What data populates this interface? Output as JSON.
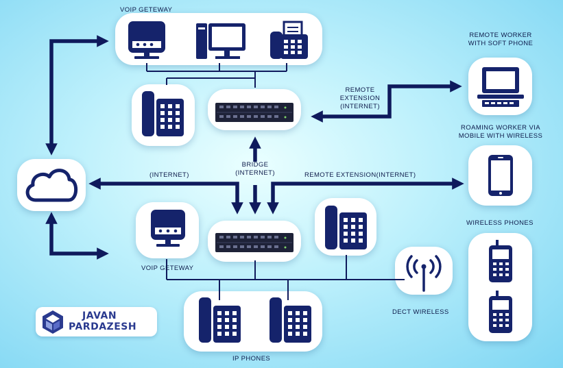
{
  "labels": {
    "voip_gateway_top": "VOIP GETEWAY",
    "remote_worker_1": "REMOTE WORKER",
    "remote_worker_2": "WITH SOFT PHONE",
    "remote_ext_1": "REMOTE",
    "remote_ext_2": "EXTENSION",
    "remote_ext_3": "(INTERNET)",
    "roaming_1": "ROAMING WORKER VIA",
    "roaming_2": "MOBILE WITH WIRELESS",
    "bridge_1": "BRIDGE",
    "bridge_2": "(INTERNET)",
    "internet": "(INTERNET)",
    "remote_ext_internet": "REMOTE EXTENSION(INTERNET)",
    "wireless_phones": "WIRELESS PHONES",
    "voip_gateway_bottom": "VOIP GETEWAY",
    "dect_wireless": "DECT WIRELESS",
    "ip_phones": "IP PHONES"
  },
  "logo": {
    "line1": "JAVAN",
    "line2": "PARDAZESH"
  },
  "colors": {
    "arrow": "#0f1a5c",
    "icon": "#15236b",
    "text": "#0d1a4a"
  },
  "icons": [
    "gateway-icon",
    "computer-icon",
    "fax-phone-icon",
    "desk-phone-icon",
    "pbx-server-icon",
    "laptop-icon",
    "smartphone-icon",
    "cloud-icon",
    "wireless-antenna-icon",
    "cordless-phone-icon"
  ]
}
